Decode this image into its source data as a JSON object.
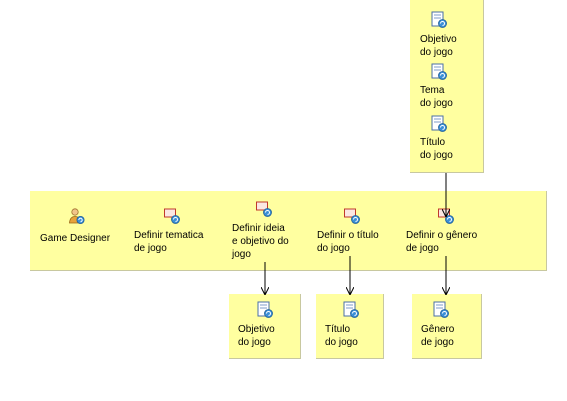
{
  "inputs": {
    "objetivo": "Objetivo\ndo jogo",
    "tema": "Tema\ndo jogo",
    "titulo": "Título\ndo jogo"
  },
  "lane": {
    "role": "Game Designer",
    "tasks": [
      "Definir tematica\nde jogo",
      "Definir ideia\ne objetivo do\njogo",
      "Definir o título\ndo jogo",
      "Definir o gênero\nde jogo"
    ]
  },
  "outputs": {
    "objetivo": "Objetivo\ndo jogo",
    "titulo": "Título\ndo jogo",
    "genero": "Gênero\nde jogo"
  },
  "colors": {
    "box_fill": "#ffffa0",
    "connector": "#000000"
  },
  "icons": {
    "artifact": "document-icon",
    "task": "task-icon",
    "role": "role-icon"
  }
}
